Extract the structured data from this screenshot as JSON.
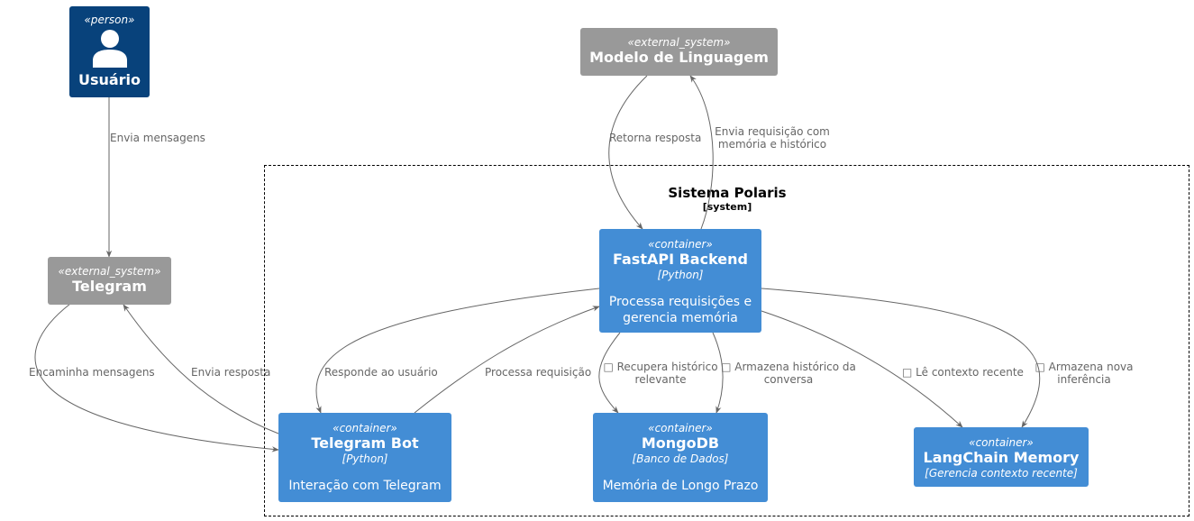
{
  "boundary": {
    "title": "Sistema Polaris",
    "type": "[system]"
  },
  "nodes": {
    "usuario": {
      "stereotype": "«person»",
      "title": "Usuário",
      "icon": "person-icon"
    },
    "modelo": {
      "stereotype": "«external_system»",
      "title": "Modelo de Linguagem"
    },
    "telegram": {
      "stereotype": "«external_system»",
      "title": "Telegram"
    },
    "fastapi": {
      "stereotype": "«container»",
      "title": "FastAPI Backend",
      "tech": "[Python]",
      "desc1": "Processa requisições e",
      "desc2": "gerencia memória"
    },
    "bot": {
      "stereotype": "«container»",
      "title": "Telegram Bot",
      "tech": "[Python]",
      "desc1": "Interação com Telegram"
    },
    "mongo": {
      "stereotype": "«container»",
      "title": "MongoDB",
      "tech": "[Banco de Dados]",
      "desc1": "Memória de Longo Prazo"
    },
    "langchain": {
      "stereotype": "«container»",
      "title": "LangChain Memory",
      "tech": "[Gerencia contexto recente]"
    }
  },
  "edges": {
    "envia_mensagens": "Envia mensagens",
    "retorna_resposta": "Retorna resposta",
    "envia_requisicao_1": "Envia requisição com",
    "envia_requisicao_2": "memória e histórico",
    "encaminha_mensagens": "Encaminha mensagens",
    "envia_resposta": "Envia resposta",
    "responde_usuario": "Responde ao usuário",
    "processa_requisicao": "Processa requisição",
    "recupera_1": "□ Recupera histórico",
    "recupera_2": "relevante",
    "armazena_hist_1": "□ Armazena histórico da",
    "armazena_hist_2": "conversa",
    "le_contexto": "□ Lê contexto recente",
    "armazena_inf_1": "□ Armazena nova",
    "armazena_inf_2": "inferência"
  },
  "colors": {
    "person": "#08427b",
    "container": "#438dd5",
    "external_system": "#999999",
    "edge": "#666666"
  }
}
